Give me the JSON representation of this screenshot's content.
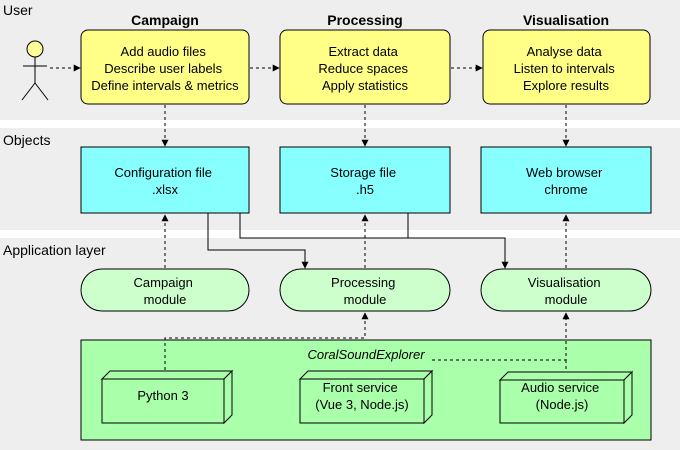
{
  "lanes": {
    "user": "User",
    "objects": "Objects",
    "application": "Application layer"
  },
  "columns": {
    "campaign": "Campaign",
    "processing": "Processing",
    "visualisation": "Visualisation"
  },
  "tasks": {
    "campaign": [
      "Add audio files",
      "Describe user labels",
      "Define intervals & metrics"
    ],
    "processing": [
      "Extract data",
      "Reduce spaces",
      "Apply statistics"
    ],
    "visualisation": [
      "Analyse data",
      "Listen to intervals",
      "Explore results"
    ]
  },
  "objects": {
    "config": [
      "Configuration file",
      ".xlsx"
    ],
    "storage": [
      "Storage file",
      ".h5"
    ],
    "browser": [
      "Web browser",
      "chrome"
    ]
  },
  "modules": {
    "campaign": [
      "Campaign",
      "module"
    ],
    "processing": [
      "Processing",
      "module"
    ],
    "visualisation": [
      "Visualisation",
      "module"
    ]
  },
  "system": {
    "name": "CoralSoundExplorer",
    "python": [
      "Python 3"
    ],
    "front": [
      "Front service",
      "(Vue 3, Node.js)"
    ],
    "audio": [
      "Audio service",
      "(Node.js)"
    ]
  },
  "colors": {
    "lane_bg": "#eeeeee",
    "task_fill": "#ffff88",
    "object_fill": "#88ffff",
    "module_fill": "#ccffcc",
    "system_fill": "#aaffaa",
    "actor_fill": "#ffff99"
  }
}
